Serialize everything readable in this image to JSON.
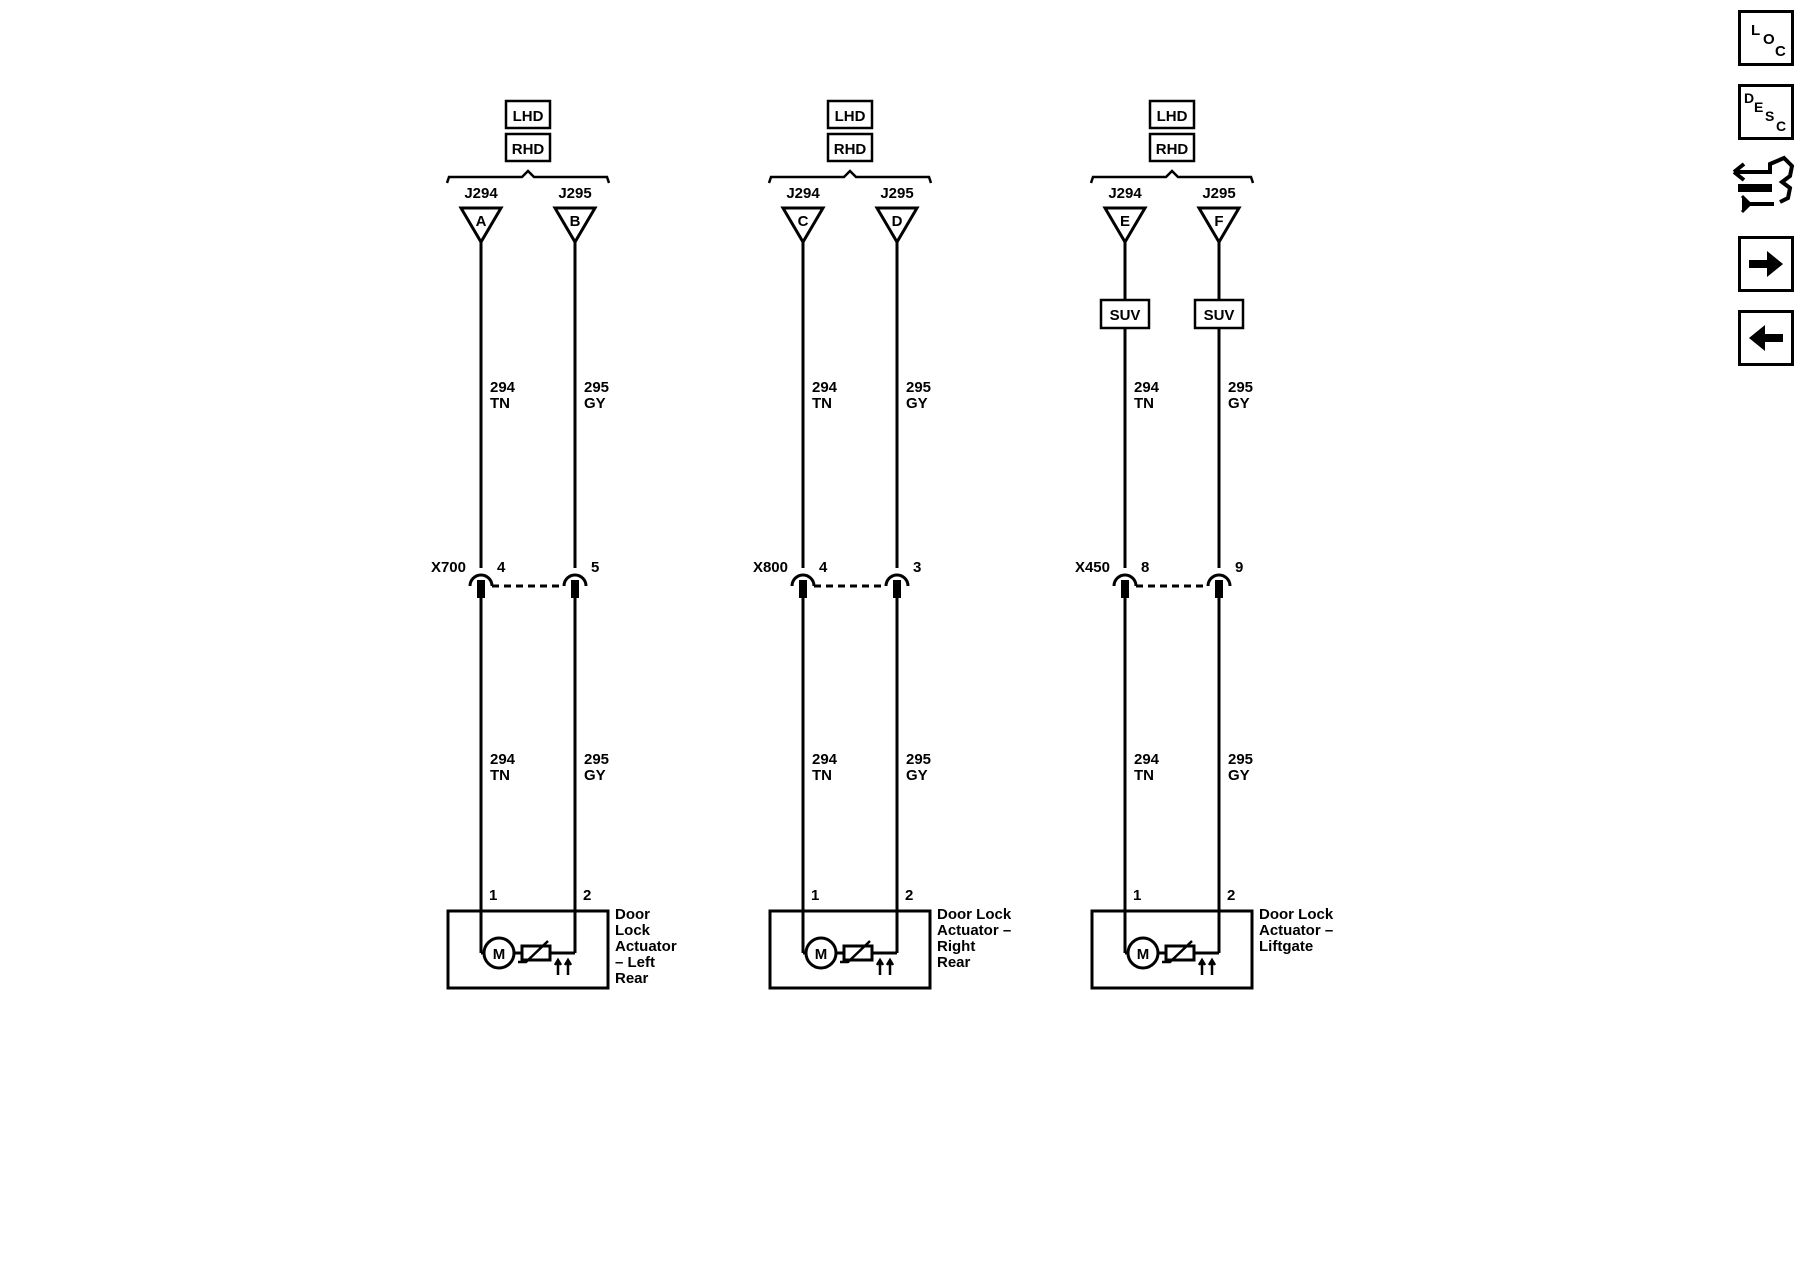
{
  "circuits": [
    {
      "option_labels": [
        "LHD",
        "RHD"
      ],
      "pins": [
        {
          "connector": "J294",
          "terminal": "A",
          "wire_top": "294",
          "color_top": "TN",
          "inline_pin": "4",
          "wire_bottom": "294",
          "color_bottom": "TN",
          "device_pin": "1"
        },
        {
          "connector": "J295",
          "terminal": "B",
          "wire_top": "295",
          "color_top": "GY",
          "inline_pin": "5",
          "wire_bottom": "295",
          "color_bottom": "GY",
          "device_pin": "2"
        }
      ],
      "inline_connector": "X700",
      "suv_labels": [],
      "device_name_lines": [
        "Door",
        "Lock",
        "Actuator",
        "– Left",
        "Rear"
      ],
      "motor_label": "M"
    },
    {
      "option_labels": [
        "LHD",
        "RHD"
      ],
      "pins": [
        {
          "connector": "J294",
          "terminal": "C",
          "wire_top": "294",
          "color_top": "TN",
          "inline_pin": "4",
          "wire_bottom": "294",
          "color_bottom": "TN",
          "device_pin": "1"
        },
        {
          "connector": "J295",
          "terminal": "D",
          "wire_top": "295",
          "color_top": "GY",
          "inline_pin": "3",
          "wire_bottom": "295",
          "color_bottom": "GY",
          "device_pin": "2"
        }
      ],
      "inline_connector": "X800",
      "suv_labels": [],
      "device_name_lines": [
        "Door Lock",
        "Actuator –",
        "Right",
        "Rear"
      ],
      "motor_label": "M"
    },
    {
      "option_labels": [
        "LHD",
        "RHD"
      ],
      "pins": [
        {
          "connector": "J294",
          "terminal": "E",
          "wire_top": "294",
          "color_top": "TN",
          "inline_pin": "8",
          "wire_bottom": "294",
          "color_bottom": "TN",
          "device_pin": "1"
        },
        {
          "connector": "J295",
          "terminal": "F",
          "wire_top": "295",
          "color_top": "GY",
          "inline_pin": "9",
          "wire_bottom": "295",
          "color_bottom": "GY",
          "device_pin": "2"
        }
      ],
      "inline_connector": "X450",
      "suv_labels": [
        "SUV",
        "SUV"
      ],
      "device_name_lines": [
        "Door Lock",
        "Actuator –",
        "Liftgate"
      ],
      "motor_label": "M"
    }
  ],
  "nav": {
    "loc_letters": [
      "L",
      "O",
      "C"
    ],
    "desc_letters": [
      "D",
      "E",
      "S",
      "C"
    ],
    "connector_view": "connector-view-icon",
    "next": "right-arrow-icon",
    "previous": "left-arrow-icon"
  }
}
